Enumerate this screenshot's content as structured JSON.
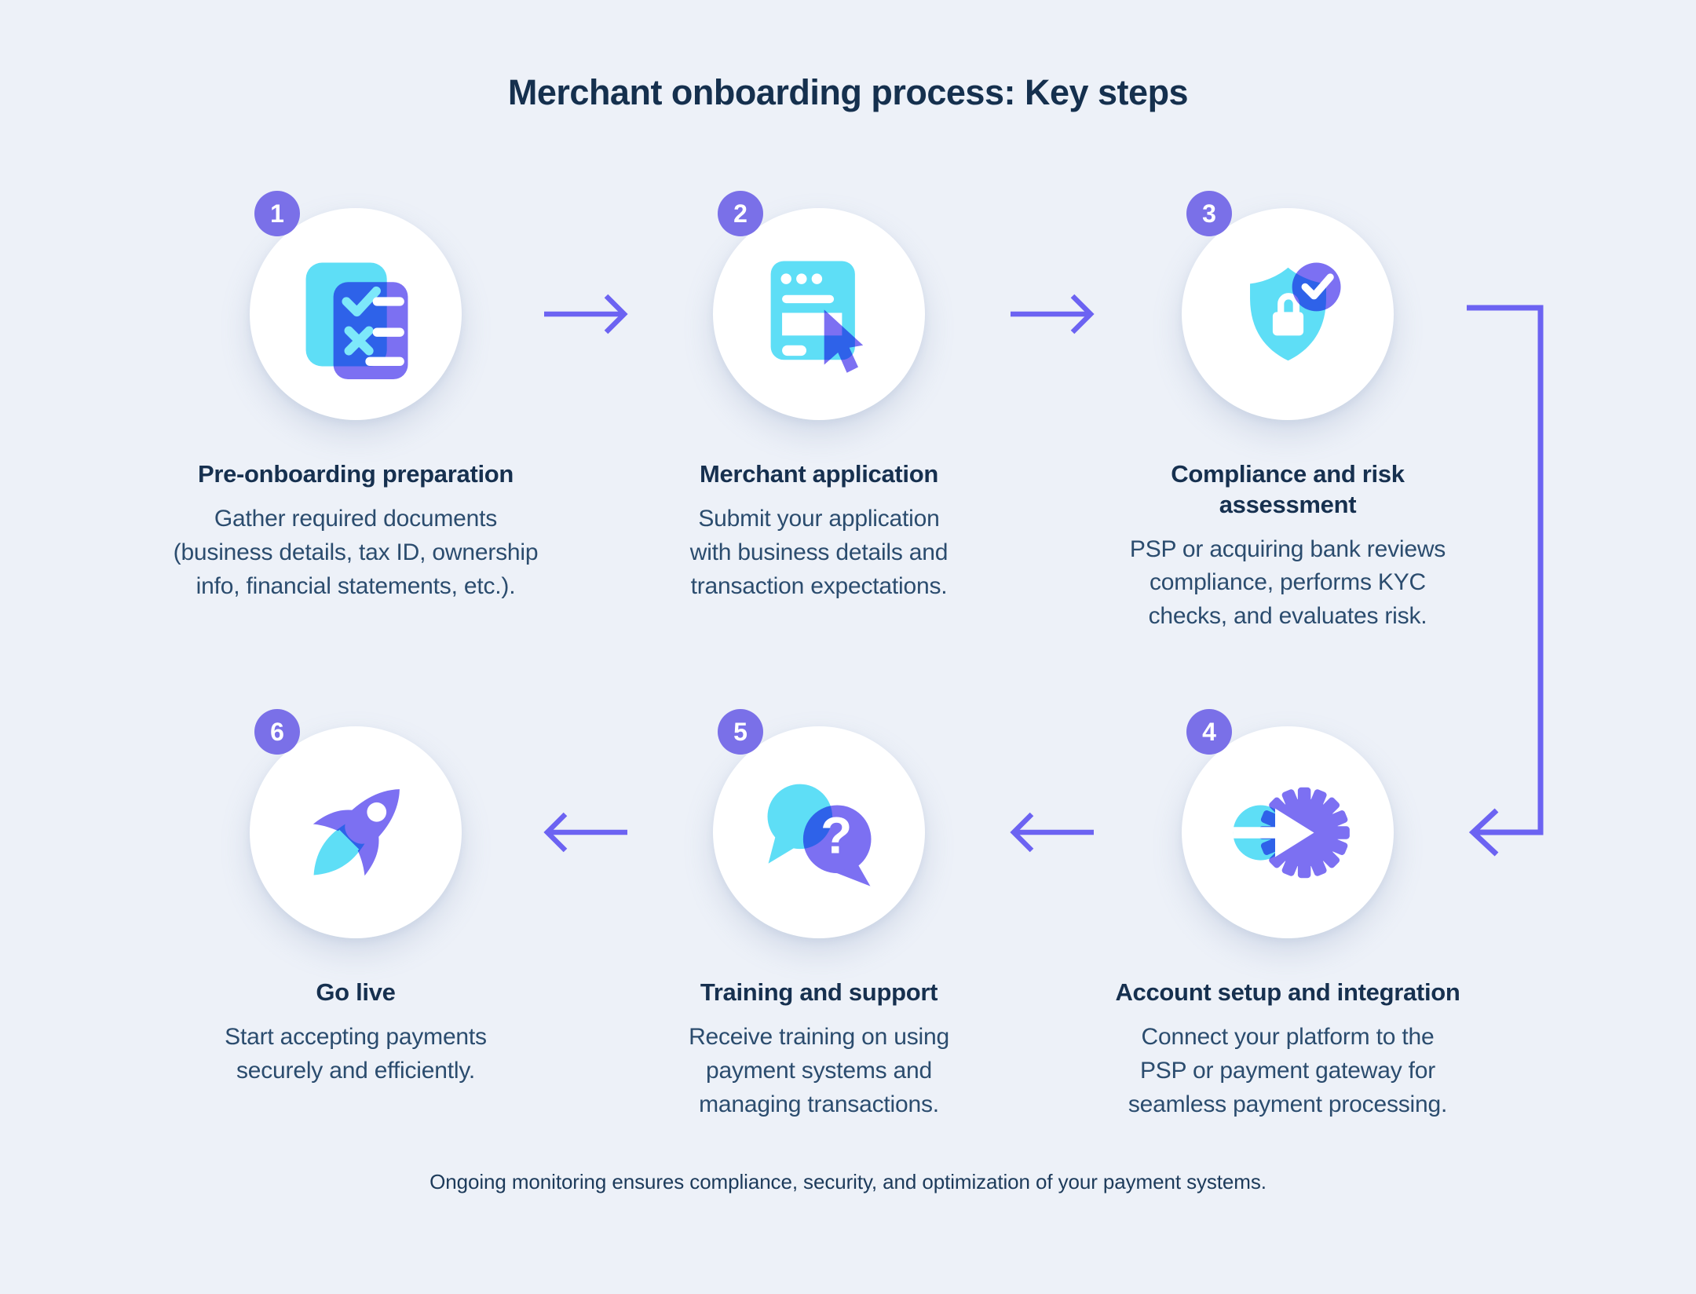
{
  "title": "Merchant onboarding process: Key steps",
  "footer_note": "Ongoing monitoring ensures compliance, security, and optimization of your payment systems.",
  "colors": {
    "background": "#EDF1F8",
    "accent_purple_arrows": "#6C63F2",
    "badge_purple": "#7A70E8",
    "icon_cyan": "#5EDEF6",
    "icon_purple": "#7C70F2",
    "icon_overlap_blue": "#2E61EA",
    "heading_navy": "#16304F",
    "body_navy": "#2B4C6E"
  },
  "steps": [
    {
      "number": "1",
      "title": "Pre-onboarding preparation",
      "description": "Gather required documents\n(business details, tax ID, ownership\ninfo, financial statements, etc.).",
      "icon": "checklist-documents-icon"
    },
    {
      "number": "2",
      "title": "Merchant application",
      "description": "Submit your application\nwith business details and\ntransaction expectations.",
      "icon": "application-form-cursor-icon"
    },
    {
      "number": "3",
      "title": "Compliance and risk\nassessment",
      "description": "PSP or acquiring bank reviews\ncompliance, performs KYC\nchecks, and evaluates risk.",
      "icon": "shield-lock-check-icon"
    },
    {
      "number": "4",
      "title": "Account setup and integration",
      "description": "Connect your platform to the\nPSP or payment gateway for\nseamless payment processing.",
      "icon": "gear-arrow-integration-icon"
    },
    {
      "number": "5",
      "title": "Training and support",
      "description": "Receive training on using\npayment systems and\nmanaging transactions.",
      "icon": "chat-bubbles-question-icon"
    },
    {
      "number": "6",
      "title": "Go live",
      "description": "Start accepting payments\nsecurely and efficiently.",
      "icon": "rocket-icon"
    }
  ]
}
